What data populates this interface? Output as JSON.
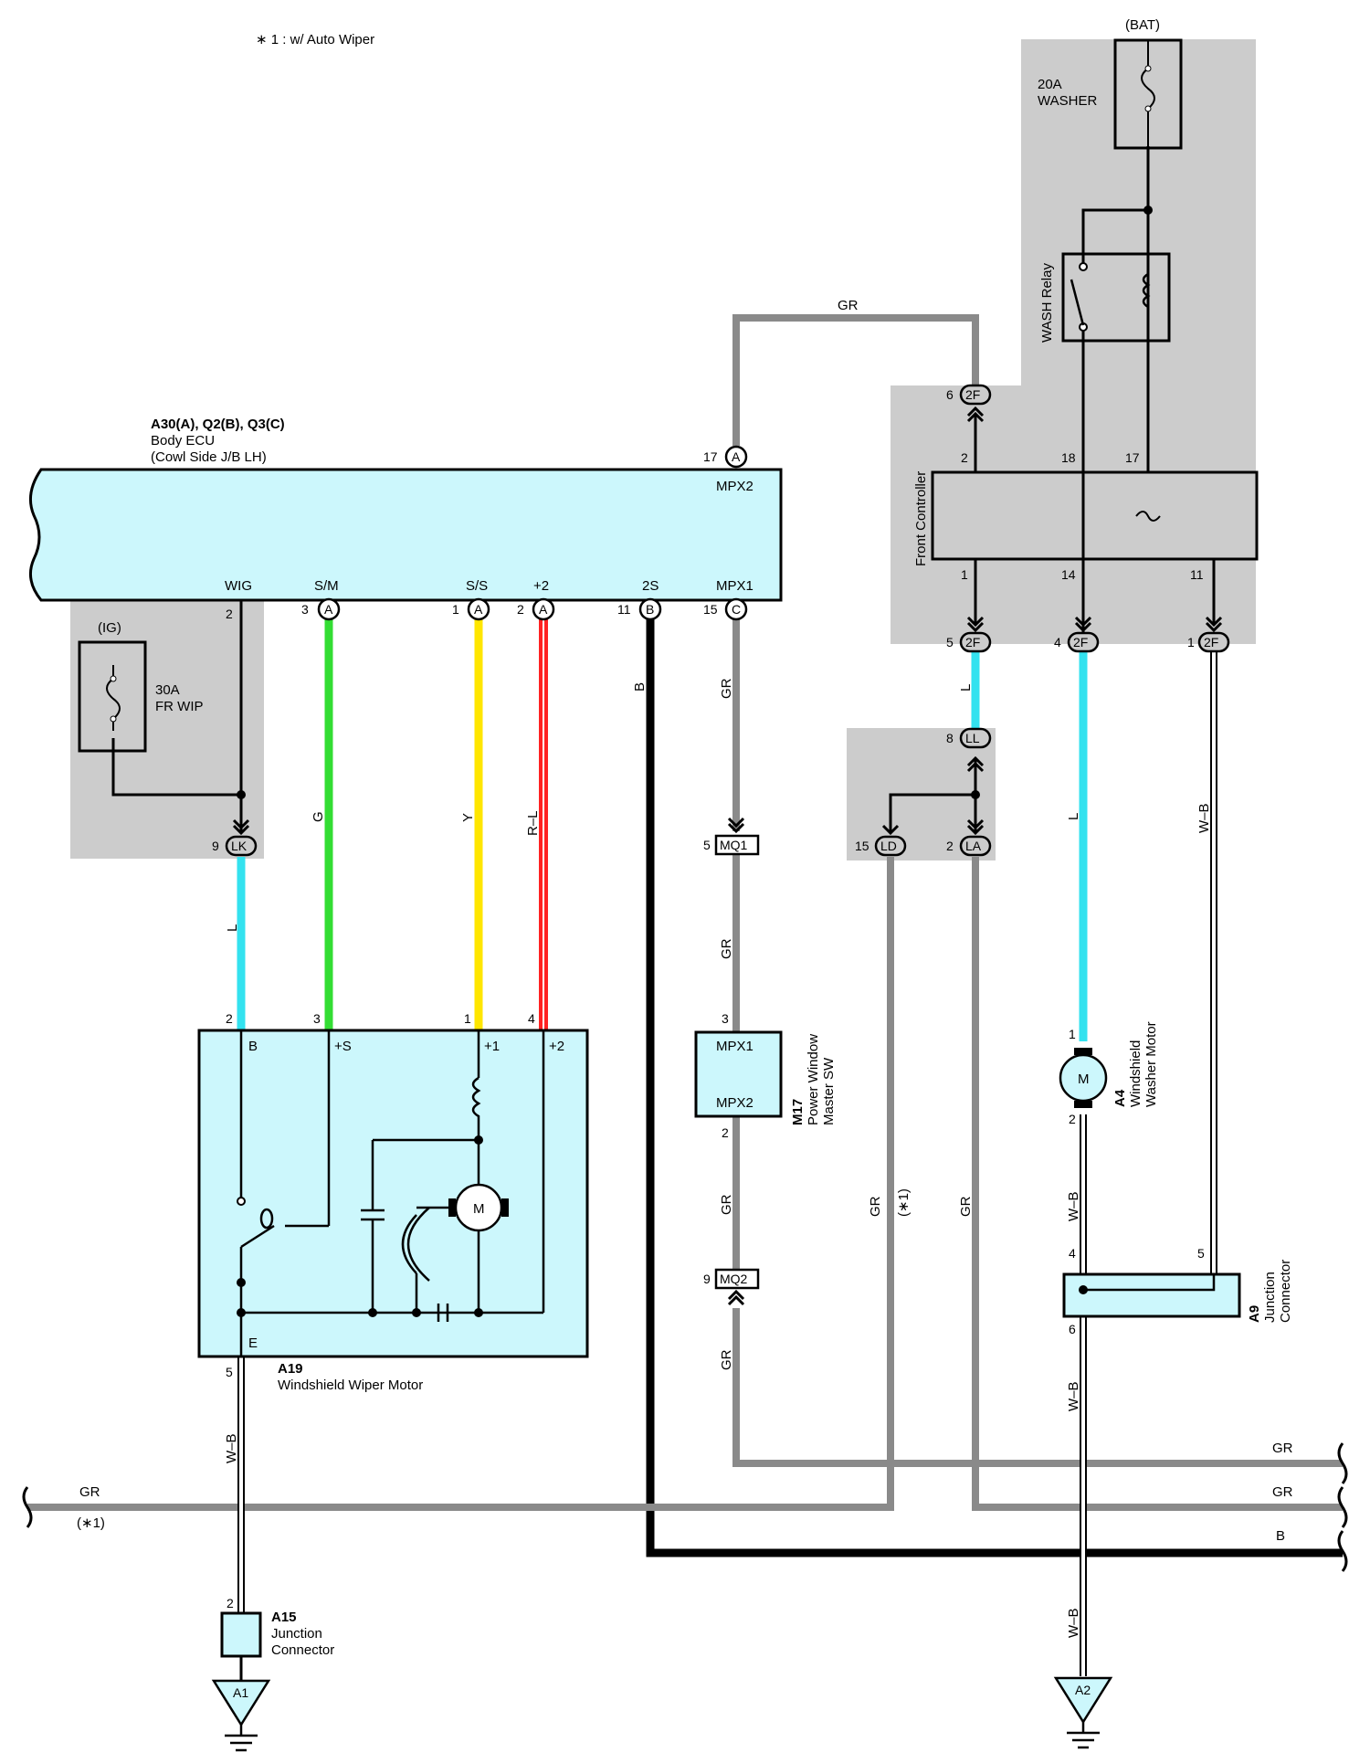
{
  "note": "∗ 1 : w/ Auto Wiper",
  "colors": {
    "shade": "#cccccc",
    "component_fill": "#ccf7fc",
    "wire_L": "#33e2ef",
    "wire_G": "#33dd33",
    "wire_Y": "#ffe600",
    "wire_R": "#ff2222",
    "wire_GR": "#8a8a8a",
    "wire_B": "#000000"
  },
  "components": {
    "body_ecu": {
      "code": "A30(A), Q2(B), Q3(C)",
      "name": "Body ECU",
      "sub": "(Cowl Side J/B LH)",
      "terminals": {
        "wig": "WIG",
        "sm": "S/M",
        "ss": "S/S",
        "p2": "+2",
        "s2": "2S",
        "mpx1": "MPX1",
        "mpx2": "MPX2"
      }
    },
    "fuse_ig": {
      "source": "(IG)",
      "rating": "30A",
      "name": "FR WIP"
    },
    "fuse_bat": {
      "source": "(BAT)",
      "rating": "20A",
      "name": "WASHER"
    },
    "wash_relay": {
      "name": "WASH Relay"
    },
    "front_controller": {
      "name": "Front Controller"
    },
    "wiper_motor": {
      "code": "A19",
      "name": "Windshield Wiper Motor",
      "terminals": {
        "b": "B",
        "ps": "+S",
        "p1": "+1",
        "p2": "+2",
        "e": "E"
      },
      "motor": "M"
    },
    "master_sw": {
      "code": "M17",
      "name1": "Power Window",
      "name2": "Master SW",
      "t1": "MPX1",
      "t2": "MPX2"
    },
    "washer_motor": {
      "code": "A4",
      "name1": "Windshield",
      "name2": "Washer Motor",
      "motor": "M"
    },
    "jc_a9": {
      "code": "A9",
      "name1": "Junction",
      "name2": "Connector"
    },
    "jc_a15": {
      "code": "A15",
      "name1": "Junction",
      "name2": "Connector"
    },
    "ground_a1": "A1",
    "ground_a2": "A2"
  },
  "connectors": {
    "lk": {
      "id": "LK",
      "pin": "9"
    },
    "mq1": {
      "id": "MQ1",
      "pin": "5"
    },
    "mq2": {
      "id": "MQ2",
      "pin": "9"
    },
    "ld": {
      "id": "LD",
      "pin": "15"
    },
    "la": {
      "id": "LA",
      "pin": "2"
    },
    "ll": {
      "id": "LL",
      "pin": "8"
    },
    "f2_top": {
      "id": "2F",
      "pin": "6"
    },
    "f2_a": {
      "id": "2F",
      "pin": "5"
    },
    "f2_b": {
      "id": "2F",
      "pin": "4"
    },
    "f2_c": {
      "id": "2F",
      "pin": "1"
    },
    "ecu_a17": {
      "id": "A",
      "pin": "17"
    },
    "ecu_a3": {
      "id": "A",
      "pin": "3"
    },
    "ecu_a1": {
      "id": "A",
      "pin": "1"
    },
    "ecu_a2": {
      "id": "A",
      "pin": "2"
    },
    "ecu_b11": {
      "id": "B",
      "pin": "11"
    },
    "ecu_c15": {
      "id": "C",
      "pin": "15"
    }
  },
  "pins": {
    "ecu_wig": "2",
    "fc_2": "2",
    "fc_18": "18",
    "fc_17": "17",
    "fc_1": "1",
    "fc_14": "14",
    "fc_11": "11",
    "wm_2": "2",
    "wm_3": "3",
    "wm_1": "1",
    "wm_4": "4",
    "wm_5": "5",
    "ms_3": "3",
    "ms_2": "2",
    "wsm_1": "1",
    "wsm_2": "2",
    "a9_4": "4",
    "a9_5": "5",
    "a9_6": "6",
    "a15_2": "2"
  },
  "wire_labels": {
    "gr_top": "GR",
    "l_lk": "L",
    "g": "G",
    "y": "Y",
    "rl": "R–L",
    "b_ecu": "B",
    "gr_ecu": "GR",
    "gr_mid": "GR",
    "gr_low": "GR",
    "gr_ld": "GR",
    "star1_ld": "(∗1)",
    "gr_la": "GR",
    "l_ll": "L",
    "l_wash": "L",
    "wb_a9": "W–B",
    "wb_wsm": "W–B",
    "wb_a9b": "W–B",
    "wb_a2": "W–B",
    "wb_a19": "W–B",
    "gr_bus1": "GR",
    "gr_bus2": "GR",
    "b_bus": "B",
    "gr_left": "GR",
    "star1_left": "(∗1)"
  }
}
